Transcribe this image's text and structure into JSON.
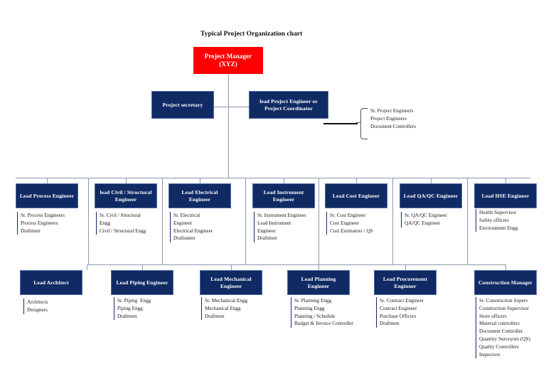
{
  "title": "Typical Project Organization chart",
  "colors": {
    "node_fill": "#102a63",
    "root_fill": "#fe0000",
    "connector": "#8d99ad",
    "text_on_node": "#ffffff"
  },
  "root": {
    "label_line1": "Project Manager",
    "label_line2": "(XYZ)"
  },
  "tier2": [
    {
      "label": "Project secretary"
    },
    {
      "label": "lead Project Engineer or Project Coordinator"
    }
  ],
  "annotation": {
    "items": [
      "Sr. Project Engineers",
      "Project Engineers",
      "Document Controllers"
    ]
  },
  "tier3": [
    {
      "label": "Lead Process Engineer",
      "reports": [
        "Sr. Process Engineers",
        "Process Engineers",
        "Draftmen"
      ]
    },
    {
      "label": "lead Civil / Structural Engineer",
      "reports": [
        "Sr. Civil / Structural",
        "Engg",
        "Civil / Structural Engg"
      ]
    },
    {
      "label": "Lead Electrical Engineer",
      "reports": [
        "Sr. Electrical",
        "Engineer",
        "Electrical Engineer",
        "Draftsmen"
      ]
    },
    {
      "label": "Lead Instrument Engineer",
      "reports": [
        "Sr. Instrument Engineer",
        "Lead Instrument",
        "Engineer",
        "Draftmen"
      ]
    },
    {
      "label": "Lead Cost Engineer",
      "reports": [
        "Sr. Cost Engineer",
        "Cost Engineer",
        "Cost Estimators / QS"
      ]
    },
    {
      "label": "Lead QA/QC Engineer",
      "reports": [
        "Sr. QA/QC Engineer",
        "QA/QC Engineer"
      ]
    },
    {
      "label": "Lead HSE Engineer",
      "reports": [
        "Health Supervisor",
        "Safety officers",
        "Environment Engg"
      ]
    }
  ],
  "tier4": [
    {
      "label": "Lead Architect",
      "reports": [
        "Architects",
        "Designers"
      ]
    },
    {
      "label": "Lead Piping Engineer",
      "reports": [
        "Sr. Piping  Engg",
        "Piping Engg",
        "Draftmen"
      ]
    },
    {
      "label": "Lead Mechanical Engineer",
      "reports": [
        "Sr. Mechanical Engg",
        "Mechanical Engg",
        "Draftmen"
      ]
    },
    {
      "label": "Lead Planning Engineer",
      "reports": [
        "Sr. Planning Engg",
        "Planning Engg",
        "Planning / Schedule",
        "Budget & Invoice Controller"
      ]
    },
    {
      "label": "Lead Procurement Enginner",
      "reports": [
        "Sr. Contract Engineer",
        "Contract Engineer",
        "Purchase Officers",
        "Draftmen"
      ]
    },
    {
      "label": "Construction Manager",
      "reports": [
        "Sr. Construction Superv",
        "Construction Supervisor",
        "Store officers",
        "Material controllers",
        "Document Controller",
        "Quantity Surveyors (QS)",
        "Quality Controllers",
        "Inspectors"
      ]
    }
  ]
}
